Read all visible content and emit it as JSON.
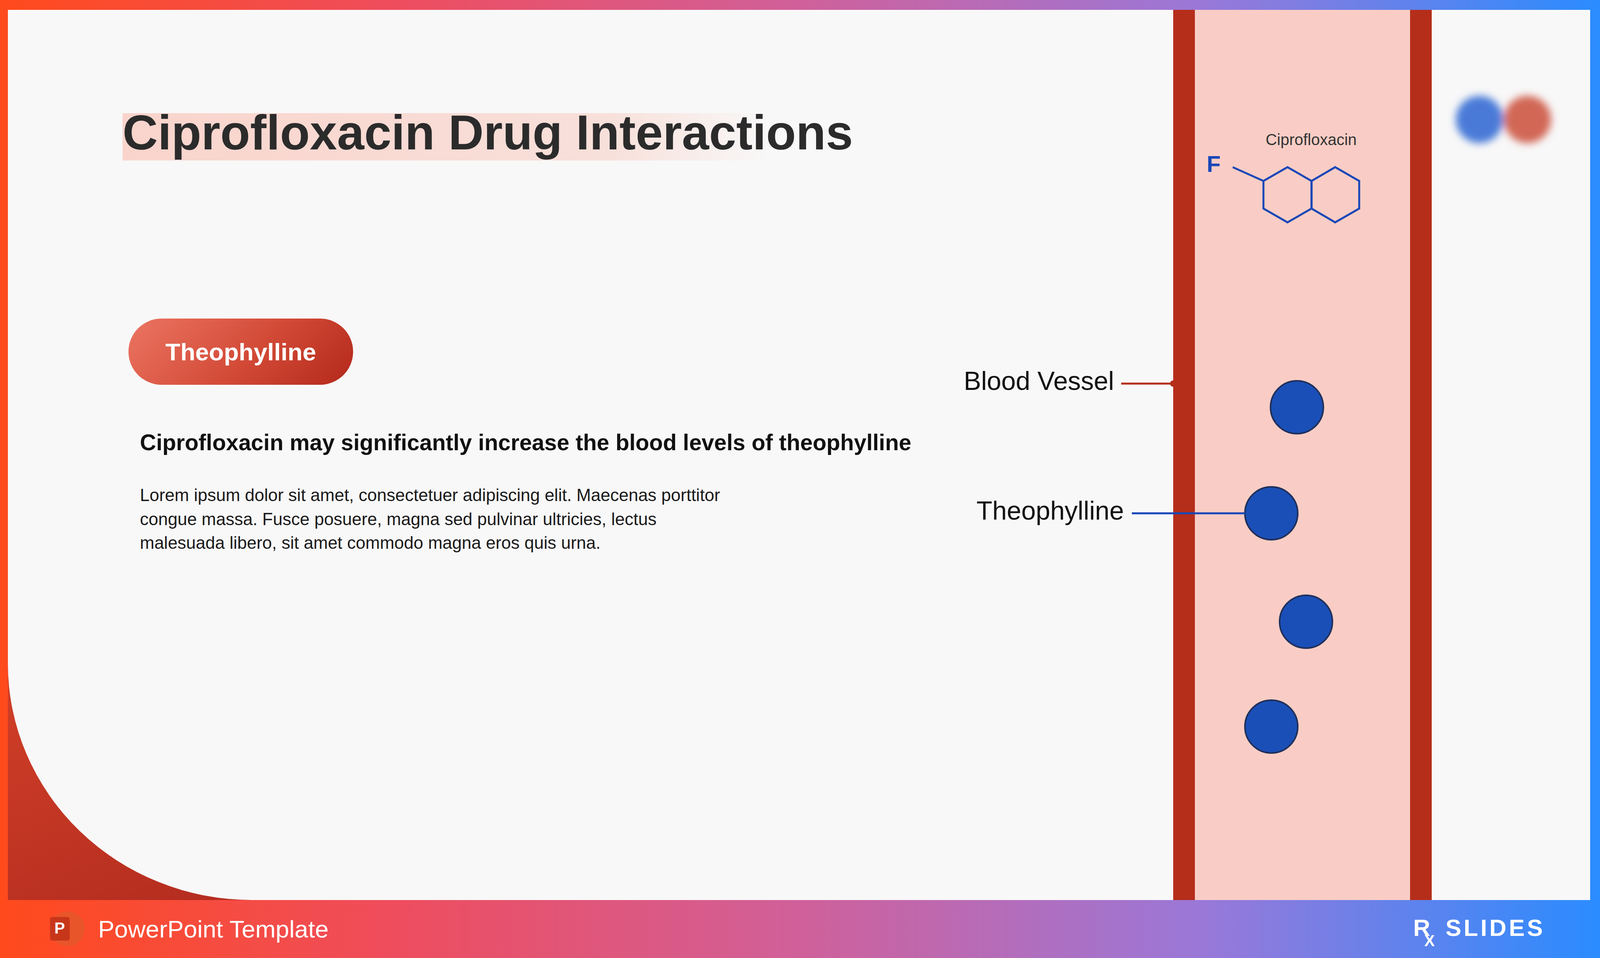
{
  "diagram": {
    "title": "Ciprofloxacin Drug Interactions",
    "nodes": [
      {
        "text": [
          "Theophylline"
        ]
      }
    ],
    "labels": [
      "Ciprofloxacin may significantly increase the blood levels of theophylline",
      "Lorem ipsum dolor sit amet, consectetuer adipiscing elit. Maecenas porttitor congue massa. Fusce posuere, magna sed pulvinar ultricies, lectus malesuada libero, sit amet commodo magna eros quis urna.",
      "Ciprofloxacin",
      "F",
      "Blood Vessel",
      "Theophylline",
      "P",
      "PowerPoint Template",
      "R",
      "X",
      "SLIDES"
    ]
  }
}
